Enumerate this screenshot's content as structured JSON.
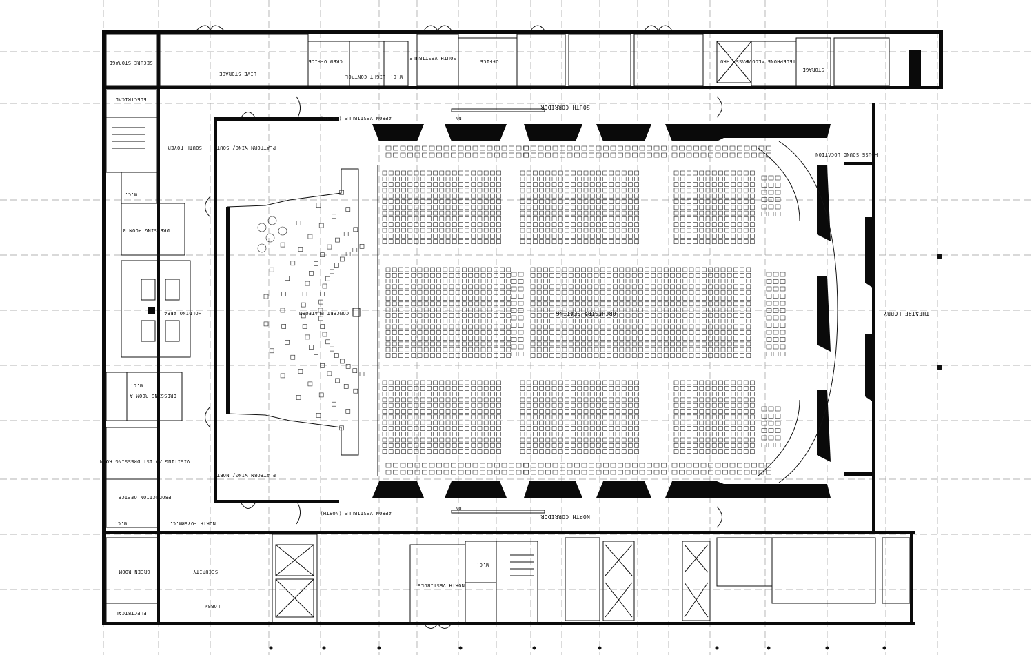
{
  "rooms": {
    "secure_storage": "SECURE STORAGE",
    "live_storage": "LIVE STORAGE",
    "crew_office": "CREW OFFICE",
    "light_control": "LIGHT CONTROL",
    "wc": "W.C.",
    "south_vestibule": "SOUTH VESTIBULE",
    "office": "OFFICE",
    "pass_thru": "PASS THRU",
    "telephone_alcove": "TELEPHONE ALCOVE",
    "storage": "STORAGE",
    "electrical_top": "ELECTRICAL",
    "south_corridor": "SOUTH CORRIDOR",
    "apron_vestibule_south": "APRON VESTIBULE (SOUTH)",
    "south_foyer": "SOUTH FOYER",
    "platform_wing_south": "PLATFORM WING/ SOUTH",
    "house_sound_location": "HOUSE SOUND LOCATION",
    "dressing_room_b": "DRESSING ROOM B",
    "holding_area": "HOLDING AREA",
    "concert_platform": "CONCERT PLATFORM",
    "orchestra_seating": "ORCHESTRA SEATING",
    "theatre_lobby": "THEATRE LOBBY",
    "dressing_room_a": "DRESSING ROOM A",
    "visiting_artist_dressing_room": "VISITING ARTIST DRESSING ROOM",
    "platform_wing_north": "PLATFORM WING/ NORTH",
    "production_office": "PRODUCTION OFFICE",
    "apron_vestibule_north": "APRON VESTIBULE (NORTH)",
    "north_corridor": "NORTH CORRIDOR",
    "north_foyer": "NORTH FOYER",
    "green_room": "GREEN ROOM",
    "security": "SECURITY",
    "north_vestibule": "NORTH VESTIBULE",
    "lobby": "LOBBY",
    "electrical_bottom": "ELECTRICAL",
    "dn": "DN"
  },
  "colors": {
    "ink": "#0a0a0a",
    "paper": "#ffffff",
    "grid": "#9a9a9a"
  }
}
